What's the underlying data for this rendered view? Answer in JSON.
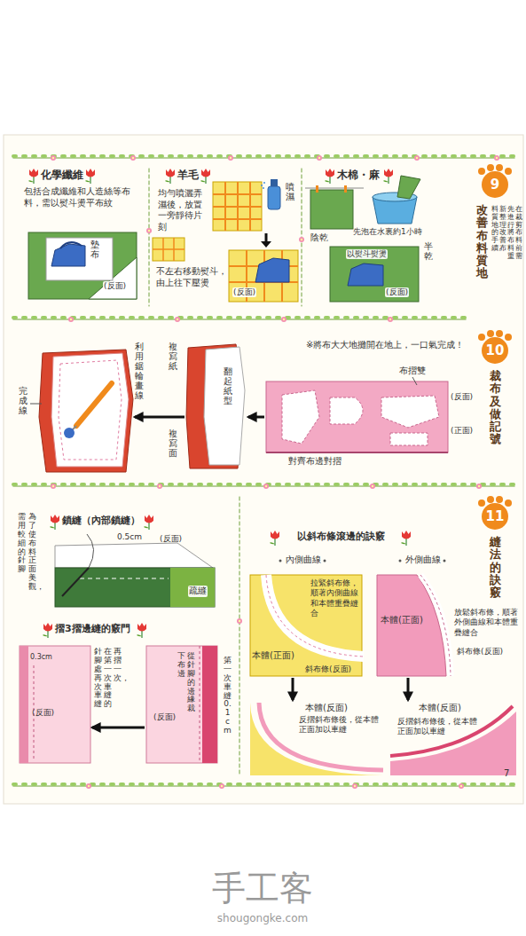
{
  "diagram": {
    "nodes": [
      {
        "text": [
          "墊布",
          "(反面)"
        ]
      },
      {
        "text": [
          "(反面)"
        ]
      },
      {
        "text": [
          "以熨斗熨燙",
          "(反面)"
        ]
      },
      {
        "text": [
          "9",
          "改善布料質地"
        ]
      },
      {
        "text": [
          "10",
          "裁布及做記號"
        ]
      },
      {
        "text": [
          "完成線"
        ]
      },
      {
        "text": [
          "複寫紙",
          "翻起紙型",
          "複寫面"
        ]
      },
      {
        "text": [
          "布摺雙",
          "(反面)",
          "(正面)",
          "對齊布邊對摺"
        ]
      },
      {
        "text": [
          "11",
          "縫法的訣竅"
        ]
      },
      {
        "text": [
          "0.5cm",
          "(反面)",
          "疏縫"
        ]
      },
      {
        "text": [
          "0.3cm",
          "(反面)"
        ]
      },
      {
        "text": [
          "(反面)"
        ]
      },
      {
        "text": [
          "本體(正面)",
          "斜布條(反面)"
        ]
      },
      {
        "text": [
          "本體(反面)",
          "反摺斜布條後，從本體正面加以車縫"
        ]
      },
      {
        "text": [
          "本體(正面)",
          "斜布條(反面)"
        ]
      },
      {
        "text": [
          "本體(反面)",
          "反摺斜布條後，從本體正面加以車縫"
        ]
      }
    ],
    "edges": [
      {
        "from": 7,
        "to": 6,
        "arrow": "to"
      },
      {
        "from": 6,
        "to": 5,
        "arrow": "to"
      },
      {
        "from": 11,
        "to": 10,
        "arrow": "to"
      },
      {
        "from": 12,
        "to": 13,
        "arrow": "to"
      },
      {
        "from": 14,
        "to": 15,
        "arrow": "to"
      }
    ],
    "labels": [
      "化學纖維",
      "包括合成纖維和人造絲等布料，需以熨斗燙平布紋",
      "羊毛",
      "均勻噴灑弄濕後，放置一旁靜待片刻",
      "噴濕",
      "不左右移動熨斗，由上往下壓燙",
      "木棉・麻",
      "陰乾",
      "先泡在水裏約1小時",
      "半乾",
      "在裁剪布料前需",
      "先進行將布料重",
      "新整理、改善布",
      "料質地的手續。",
      "※將布大大地攤開在地上，一口氣完成！",
      "利用鋸輪畫線",
      "為了使布料正面美觀，",
      "需用較細的針腳",
      "鎖縫（內部鎖縫）",
      "摺3摺邊縫的竅門",
      "再摺一次，",
      "在第一次車縫的",
      "針腳處再次車縫",
      "從針腳的邊緣裁",
      "下布邊",
      "第一次車縫0.1cm",
      "以斜布條滾邊的訣竅",
      "內側曲線",
      "外側曲線",
      "拉緊斜布條，順著內側曲線和本體重疊縫合",
      "放鬆斜布條，順著外側曲線和本體重疊縫合",
      "7",
      "手工客",
      "shougongke.com"
    ]
  }
}
